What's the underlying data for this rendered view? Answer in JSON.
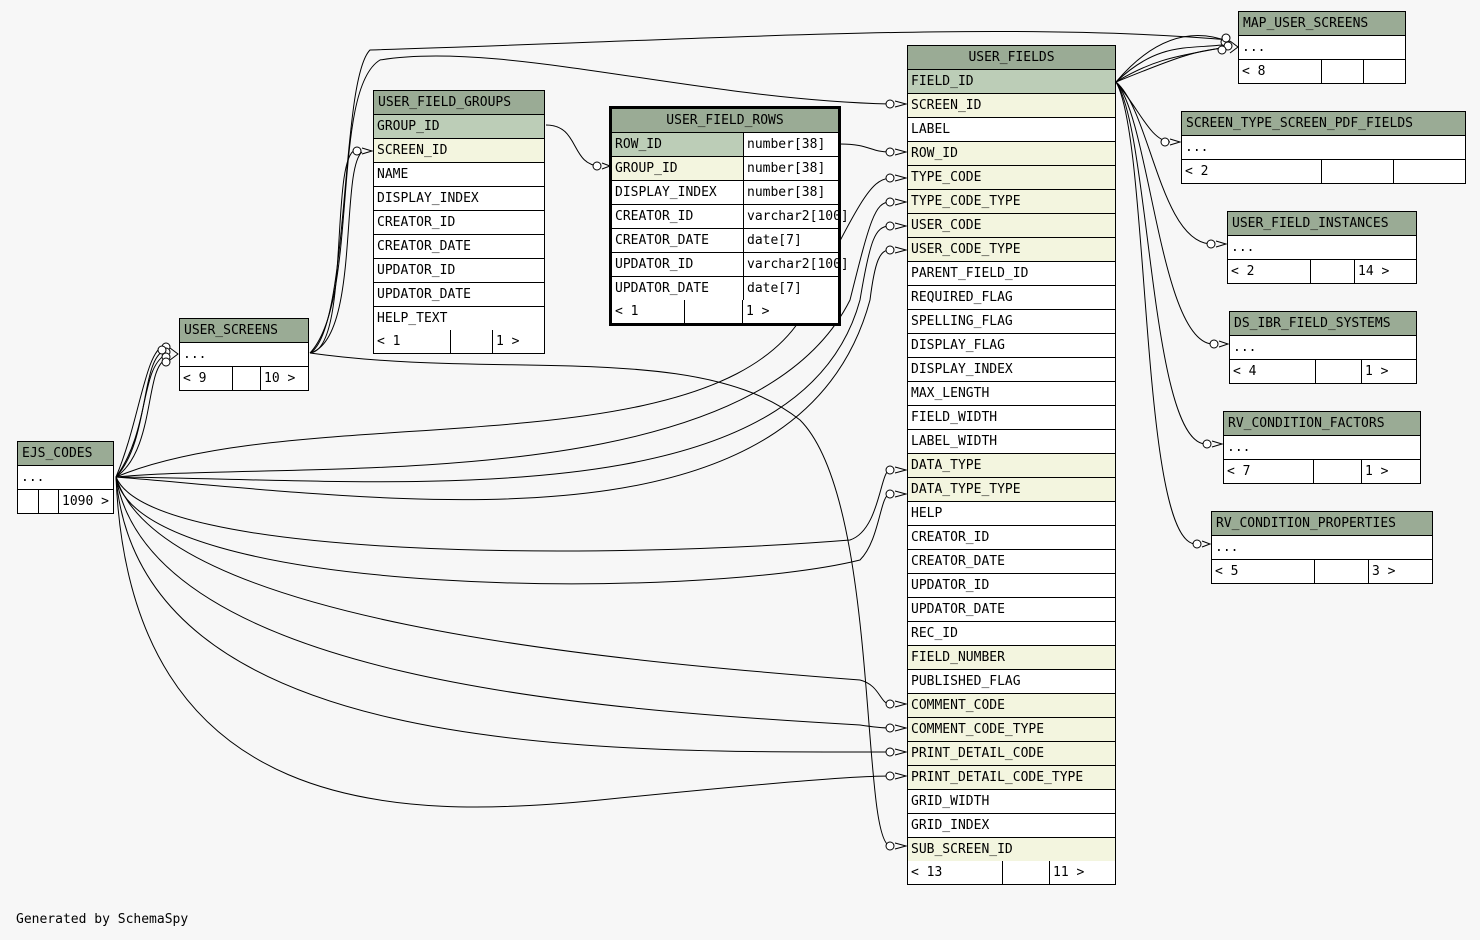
{
  "caption": "Generated by SchemaSpy",
  "tables": {
    "map_user_screens": {
      "name": "MAP_USER_SCREENS",
      "ellipsis": "...",
      "parents": "< 8",
      "children": ""
    },
    "screen_type_screen_pdf_fields": {
      "name": "SCREEN_TYPE_SCREEN_PDF_FIELDS",
      "ellipsis": "...",
      "parents": "< 2",
      "children": ""
    },
    "user_field_instances": {
      "name": "USER_FIELD_INSTANCES",
      "ellipsis": "...",
      "parents": "< 2",
      "children": "14 >"
    },
    "ds_ibr_field_systems": {
      "name": "DS_IBR_FIELD_SYSTEMS",
      "ellipsis": "...",
      "parents": "< 4",
      "children": "1 >"
    },
    "rv_condition_factors": {
      "name": "RV_CONDITION_FACTORS",
      "ellipsis": "...",
      "parents": "< 7",
      "children": "1 >"
    },
    "rv_condition_properties": {
      "name": "RV_CONDITION_PROPERTIES",
      "ellipsis": "...",
      "parents": "< 5",
      "children": "3 >"
    },
    "user_screens": {
      "name": "USER_SCREENS",
      "ellipsis": "...",
      "parents": "< 9",
      "children": "10 >"
    },
    "ejs_codes": {
      "name": "EJS_CODES",
      "ellipsis": "...",
      "parents": "",
      "children": "1090 >"
    },
    "user_field_groups": {
      "name": "USER_FIELD_GROUPS",
      "columns": [
        "GROUP_ID",
        "SCREEN_ID",
        "NAME",
        "DISPLAY_INDEX",
        "CREATOR_ID",
        "CREATOR_DATE",
        "UPDATOR_ID",
        "UPDATOR_DATE",
        "HELP_TEXT"
      ],
      "parents": "< 1",
      "children": "1 >"
    },
    "user_field_rows": {
      "name": "USER_FIELD_ROWS",
      "columns": [
        [
          "ROW_ID",
          "number[38]"
        ],
        [
          "GROUP_ID",
          "number[38]"
        ],
        [
          "DISPLAY_INDEX",
          "number[38]"
        ],
        [
          "CREATOR_ID",
          "varchar2[100]"
        ],
        [
          "CREATOR_DATE",
          "date[7]"
        ],
        [
          "UPDATOR_ID",
          "varchar2[100]"
        ],
        [
          "UPDATOR_DATE",
          "date[7]"
        ]
      ],
      "parents": "< 1",
      "children": "1 >"
    },
    "user_fields": {
      "name": "USER_FIELDS",
      "columns": [
        "FIELD_ID",
        "SCREEN_ID",
        "LABEL",
        "ROW_ID",
        "TYPE_CODE",
        "TYPE_CODE_TYPE",
        "USER_CODE",
        "USER_CODE_TYPE",
        "PARENT_FIELD_ID",
        "REQUIRED_FLAG",
        "SPELLING_FLAG",
        "DISPLAY_FLAG",
        "DISPLAY_INDEX",
        "MAX_LENGTH",
        "FIELD_WIDTH",
        "LABEL_WIDTH",
        "DATA_TYPE",
        "DATA_TYPE_TYPE",
        "HELP",
        "CREATOR_ID",
        "CREATOR_DATE",
        "UPDATOR_ID",
        "UPDATOR_DATE",
        "REC_ID",
        "FIELD_NUMBER",
        "PUBLISHED_FLAG",
        "COMMENT_CODE",
        "COMMENT_CODE_TYPE",
        "PRINT_DETAIL_CODE",
        "PRINT_DETAIL_CODE_TYPE",
        "GRID_WIDTH",
        "GRID_INDEX",
        "SUB_SCREEN_ID"
      ],
      "parents": "< 13",
      "children": "11 >"
    }
  }
}
